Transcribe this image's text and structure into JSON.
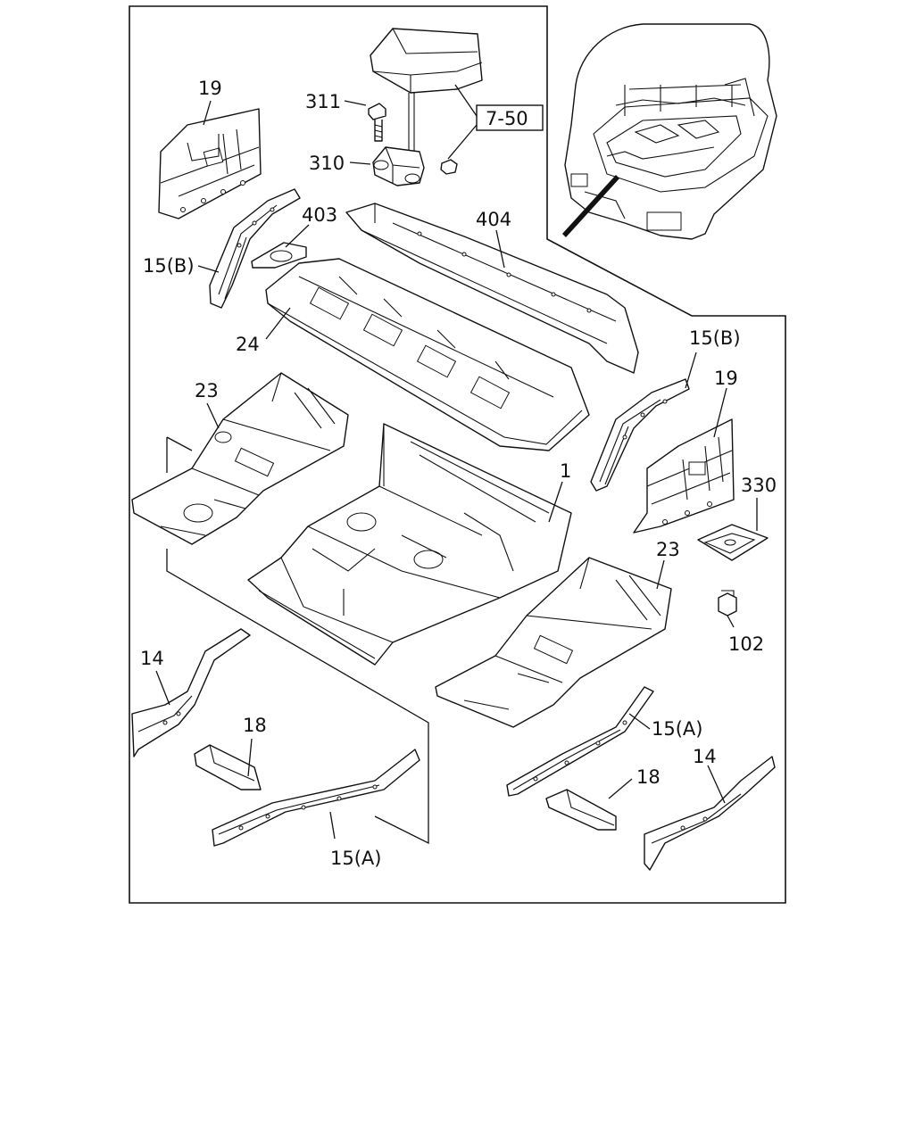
{
  "labels": {
    "l19a": "19",
    "l311": "311",
    "l310": "310",
    "l750": "7-50",
    "l403": "403",
    "l404": "404",
    "l15ba": "15(B)",
    "l24": "24",
    "l15bb": "15(B)",
    "l19b": "19",
    "l23a": "23",
    "l1": "1",
    "l330": "330",
    "l23b": "23",
    "l102": "102",
    "l14a": "14",
    "l18a": "18",
    "l15aa": "15(A)",
    "l15ab": "15(A)",
    "l18b": "18",
    "l14b": "14"
  }
}
